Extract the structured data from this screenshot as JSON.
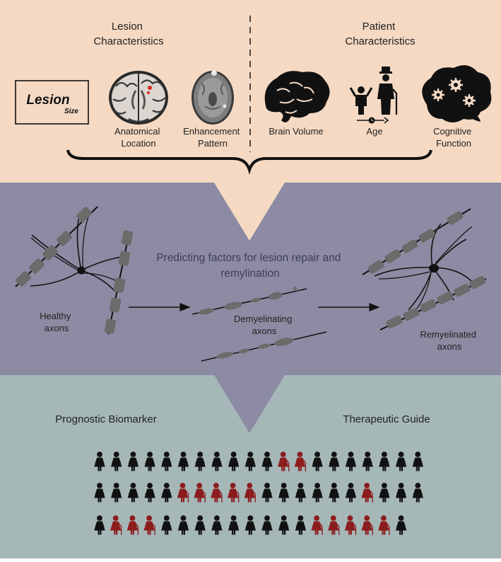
{
  "top": {
    "lesion_header": [
      "Lesion",
      "Characteristics"
    ],
    "patient_header": [
      "Patient",
      "Characteristics"
    ],
    "lesion_size": [
      "Lesion",
      "Size"
    ],
    "items": {
      "anatomical": [
        "Anatomical",
        "Location"
      ],
      "enhancement": [
        "Enhancement",
        "Pattern"
      ],
      "brain_volume": [
        "Brain Volume"
      ],
      "age": [
        "Age"
      ],
      "cognitive": [
        "Cognitive",
        "Function"
      ]
    }
  },
  "middle": {
    "title": [
      "Predicting factors for lesion repair and",
      "remylination"
    ],
    "healthy": [
      "Healthy",
      "axons"
    ],
    "demyelinating": [
      "Demyelinating",
      "axons"
    ],
    "remyelinated": [
      "Remyelinated",
      "axons"
    ]
  },
  "bottom": {
    "prognostic": "Prognostic Biomarker",
    "therapeutic": "Therapeutic Guide",
    "rows": [
      "kkkkkkkkkkkRRkkkkkkk",
      "kkkkkRRRRRkkkkkkRkkk",
      "kRRRkkkkkkkkkRRRRRk"
    ]
  },
  "colors": {
    "top_bg": "#f5d9c3",
    "middle_bg": "#8c8ba3",
    "bottom_bg": "#a6b7b8",
    "figure_dark": "#111111",
    "figure_red": "#8c1d1d",
    "myelin_gray": "#6b6b6b"
  }
}
